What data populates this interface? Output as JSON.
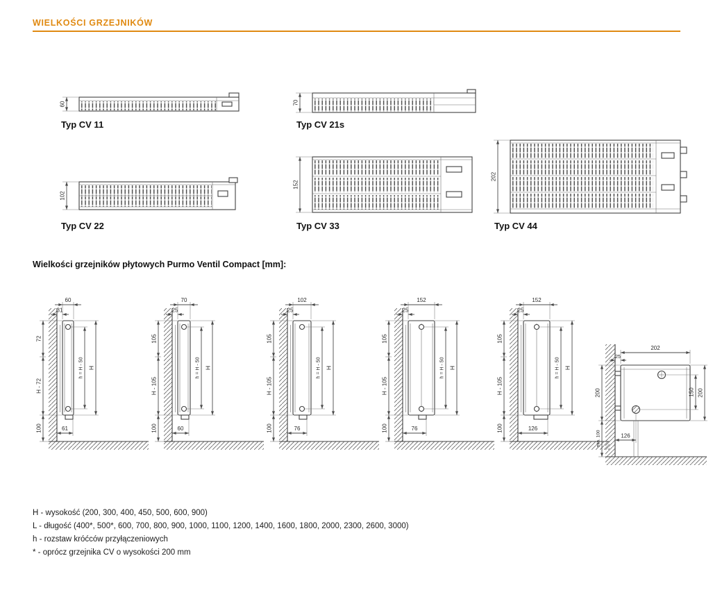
{
  "page": {
    "title": "WIELKOŚCI GRZEJNIKÓW",
    "section_heading": "Wielkości grzejników płytowych Purmo Ventil Compact [mm]:"
  },
  "accent_color": "#E08A12",
  "top_views": [
    {
      "label": "Typ CV 11",
      "depth_dim": "60"
    },
    {
      "label": "Typ CV 21s",
      "depth_dim": "70"
    },
    {
      "label": "Typ CV 22",
      "depth_dim": "102"
    },
    {
      "label": "Typ CV 33",
      "depth_dim": "152"
    },
    {
      "label": "Typ CV 44",
      "depth_dim": "202"
    }
  ],
  "side_views": [
    {
      "top_width": "60",
      "wall_gap": "31",
      "upper_segment": "72",
      "lower_segment": "H - 72",
      "floor_clearance": "100",
      "connection_spacing": "h = H - 50",
      "total_height": "H",
      "bottom_depth": "61"
    },
    {
      "top_width": "70",
      "wall_gap": "25",
      "upper_segment": "105",
      "lower_segment": "H - 105",
      "floor_clearance": "100",
      "connection_spacing": "h = H - 50",
      "total_height": "H",
      "bottom_depth": "60"
    },
    {
      "top_width": "102",
      "wall_gap": "25",
      "upper_segment": "105",
      "lower_segment": "H - 105",
      "floor_clearance": "100",
      "connection_spacing": "h = H - 50",
      "total_height": "H",
      "bottom_depth": "76"
    },
    {
      "top_width": "152",
      "wall_gap": "25",
      "upper_segment": "105",
      "lower_segment": "H - 105",
      "floor_clearance": "100",
      "connection_spacing": "h = H - 50",
      "total_height": "H",
      "bottom_depth": "76"
    },
    {
      "top_width": "152",
      "wall_gap": "25",
      "upper_segment": "105",
      "lower_segment": "H - 105",
      "floor_clearance": "100",
      "connection_spacing": "h = H - 50",
      "total_height": "H",
      "bottom_depth": "126"
    }
  ],
  "detail_view": {
    "top_width": "202",
    "wall_gap": "25",
    "left_height": "200",
    "floor_clearance": "min. 100",
    "connection_spacing": "150",
    "total_height": "200",
    "bottom_depth": "126"
  },
  "legend": {
    "lines": [
      "H - wysokość (200, 300, 400, 450, 500, 600, 900)",
      "L - długość (400*, 500*, 600, 700, 800, 900, 1000, 1100, 1200, 1400, 1600, 1800, 2000, 2300, 2600, 3000)",
      "h - rozstaw króćców przyłączeniowych",
      "* - oprócz grzejnika CV o wysokości 200 mm"
    ]
  }
}
